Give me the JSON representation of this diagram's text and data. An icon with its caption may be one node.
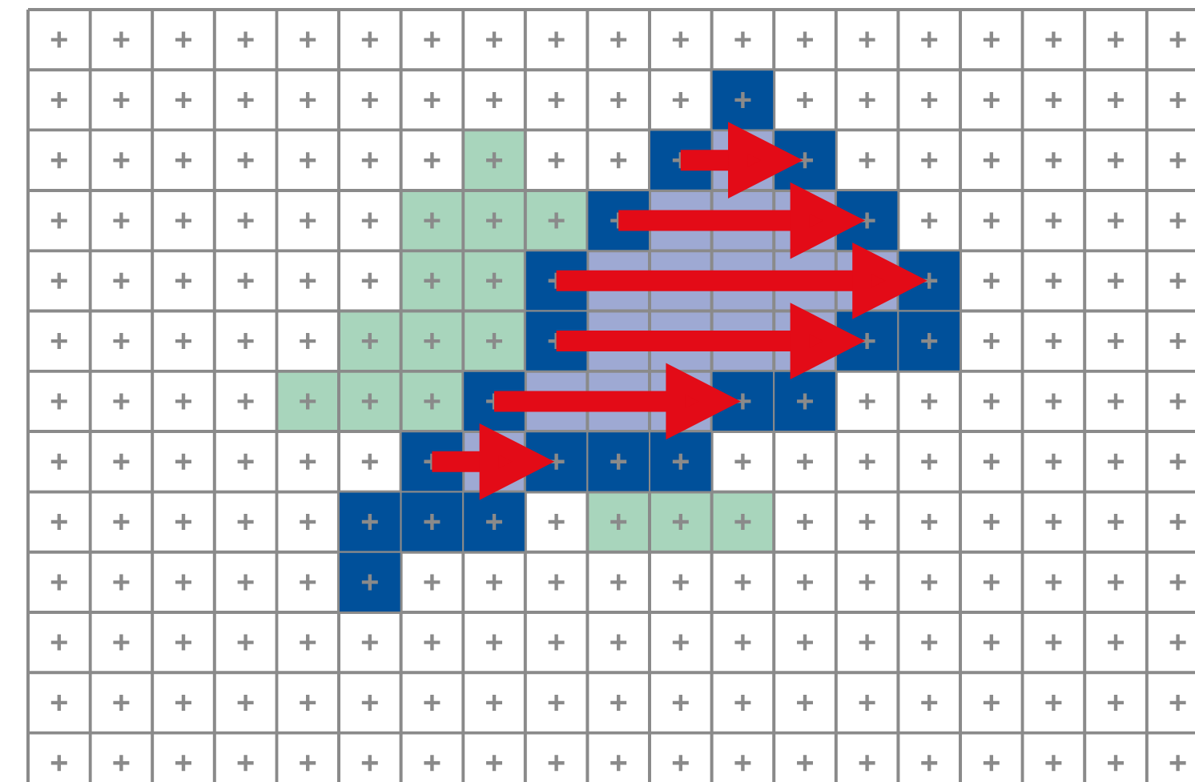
{
  "diagram": {
    "nodes": [
      {
        "text": [],
        "shape": "box"
      },
      {
        "text": [],
        "shape": "box"
      },
      {
        "text": [],
        "shape": "box"
      },
      {
        "text": [],
        "shape": "box"
      },
      {
        "text": [],
        "shape": "box"
      },
      {
        "text": [],
        "shape": "box"
      },
      {
        "text": [],
        "shape": "box"
      },
      {
        "text": [],
        "shape": "box"
      },
      {
        "text": [],
        "shape": "box"
      },
      {
        "text": [],
        "shape": "box"
      },
      {
        "text": [],
        "shape": "box"
      },
      {
        "text": [],
        "shape": "box"
      },
      {
        "text": [],
        "shape": "box"
      },
      {
        "text": [],
        "shape": "box"
      },
      {
        "text": [],
        "shape": "box"
      },
      {
        "text": [],
        "shape": "box"
      },
      {
        "text": [],
        "shape": "box"
      },
      {
        "text": [],
        "shape": "box"
      },
      {
        "text": [],
        "shape": "box"
      },
      {
        "text": [],
        "shape": "box"
      },
      {
        "text": [],
        "shape": "box"
      }
    ],
    "edges": [
      {
        "from": 1,
        "to": 2,
        "arrow": "to"
      },
      {
        "from": 3,
        "to": 4,
        "arrow": "to"
      },
      {
        "from": 5,
        "to": 6,
        "arrow": "to"
      },
      {
        "from": 7,
        "to": 8,
        "arrow": "to"
      },
      {
        "from": 10,
        "to": 11,
        "arrow": "to"
      },
      {
        "from": 13,
        "to": 14,
        "arrow": "to"
      }
    ]
  }
}
